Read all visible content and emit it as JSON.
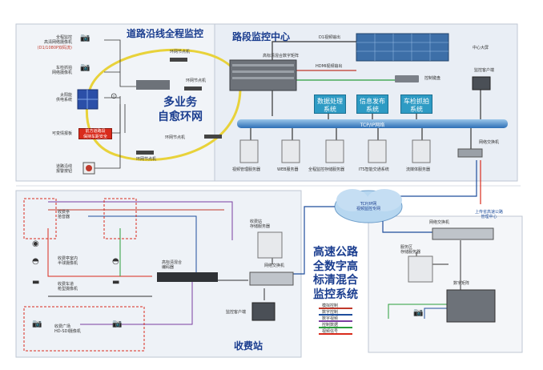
{
  "top_left_title": "道路沿线全程监控",
  "center_title": "路段监控中心",
  "ring_title": "多业务\n自愈环网",
  "station_title": "收费站",
  "system_title": "高速公路\n全数字高\n标清混合\n监控系统",
  "left_labels": {
    "camera_a": "全程监控\n高清网络摄像机",
    "camera_a_note": "(D1/1080P双码流)",
    "camera_b": "车检抓拍\n网络摄像机",
    "solar": "太阳能\n供电系统",
    "info_board": "可变情报板",
    "alarm": "道路沿线\n报警按钮"
  },
  "warning_sign": "前方道路段\n保持车距安全",
  "ring_nodes": [
    "环网节点机",
    "环网节点机",
    "环网节点机",
    "环网节点机"
  ],
  "center": {
    "matrix_label": "高标清混合数字矩阵",
    "d1_output": "D1视频输出",
    "hdmi_output": "HDMI视频输出",
    "video_wall": "中心大屏",
    "keyboard": "控制键盘",
    "client": "监控客户端",
    "systems": [
      "数据处理\n系统",
      "信息发布\n系统",
      "车检抓拍\n系统"
    ],
    "ip_network": "TCP/IP网络",
    "servers": [
      "视频管理服务器",
      "WEB服务器",
      "全程监控存储服务器",
      "ITS智能交通系统",
      "流媒体服务器"
    ],
    "switch": "网络交换机",
    "upload": "上传省高速公路\n管理中心"
  },
  "cloud": "TCP/IP网\n视频监控专网",
  "station": {
    "booth_cams": [
      "收费亭\n拾音器",
      "收费亭室内\n半球摄像机",
      "收费车道\n枪型摄像机"
    ],
    "encoder": "高标清混合\n编码器",
    "storage": "收费站\n存储服务器",
    "switch": "网络交换机",
    "client": "监控客户端",
    "plaza_cam": "收费广场\nHD-SDI摄像机"
  },
  "service": {
    "switch": "网络交换机",
    "storage": "服务区\n存储服务器",
    "matrix": "数字矩阵"
  },
  "legend": [
    "模拟控制",
    "数字控制",
    "数字视频",
    "控制数据",
    "视频信号"
  ],
  "colors": {
    "ip_bar": "#2d6fb6",
    "system_box": "#2e9bc4",
    "ring": "#e8d23a",
    "warning": "#d92b1c",
    "title": "#1a3d8f"
  }
}
